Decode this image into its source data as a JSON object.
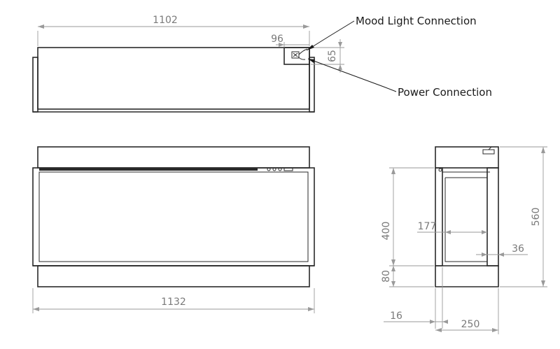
{
  "callouts": {
    "mood_light": "Mood Light Connection",
    "power": "Power Connection"
  },
  "dimensions": {
    "top_width": "1102",
    "connector_width": "96",
    "connector_height": "65",
    "front_width": "1132",
    "side_total_height": "560",
    "side_opening_height": "400",
    "side_base_height": "80",
    "side_inner_depth": "177",
    "side_lip": "36",
    "side_wall": "16",
    "side_depth": "250"
  }
}
